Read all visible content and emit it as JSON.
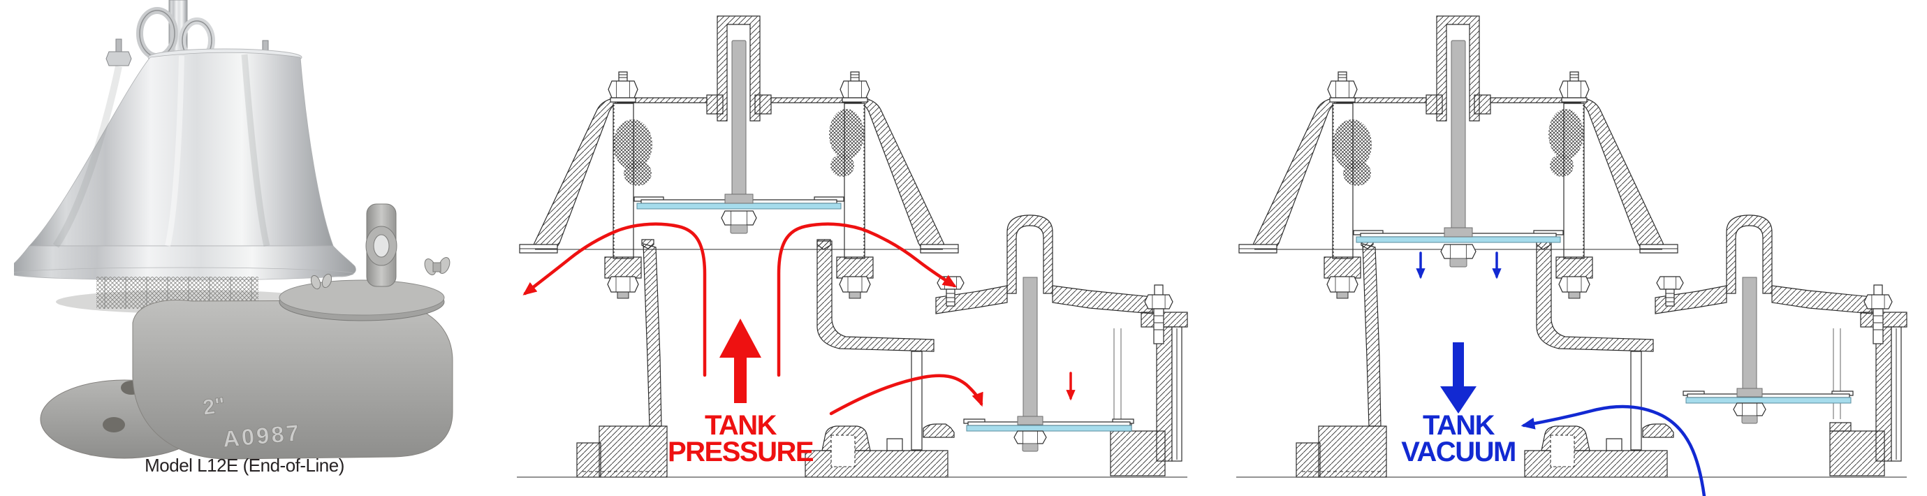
{
  "figure": {
    "photo": {
      "caption": "Model L12E (End-of-Line)",
      "size_marking": "2\"",
      "casting_marking": "A0987"
    },
    "pressure_diagram": {
      "label_line1": "TANK",
      "label_line2": "PRESSURE",
      "accent_color": "#ee1111"
    },
    "vacuum_diagram": {
      "label_line1": "TANK",
      "label_line2": "VACUUM",
      "accent_color": "#1229d2"
    },
    "colors": {
      "seat_gasket": "#a6dcec",
      "stem_metal": "#b9b9b9",
      "outline": "#2d2d2d",
      "background": "#ffffff"
    }
  }
}
